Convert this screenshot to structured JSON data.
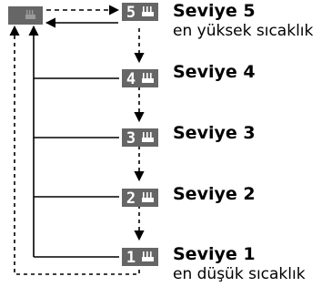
{
  "colors": {
    "icon_fill": "#666666",
    "icon_glyph": "#ffffff",
    "line": "#000000"
  },
  "icons": {
    "heater_icon": "seat-heater-icon"
  },
  "levels": [
    {
      "glyph": "5",
      "title": "Seviye 5",
      "subtitle": "en yüksek sıcaklık"
    },
    {
      "glyph": "4",
      "title": "Seviye 4",
      "subtitle": ""
    },
    {
      "glyph": "3",
      "title": "Seviye 3",
      "subtitle": ""
    },
    {
      "glyph": "2",
      "title": "Seviye 2",
      "subtitle": ""
    },
    {
      "glyph": "1",
      "title": "Seviye 1",
      "subtitle": "en düşük sıcaklık"
    }
  ]
}
